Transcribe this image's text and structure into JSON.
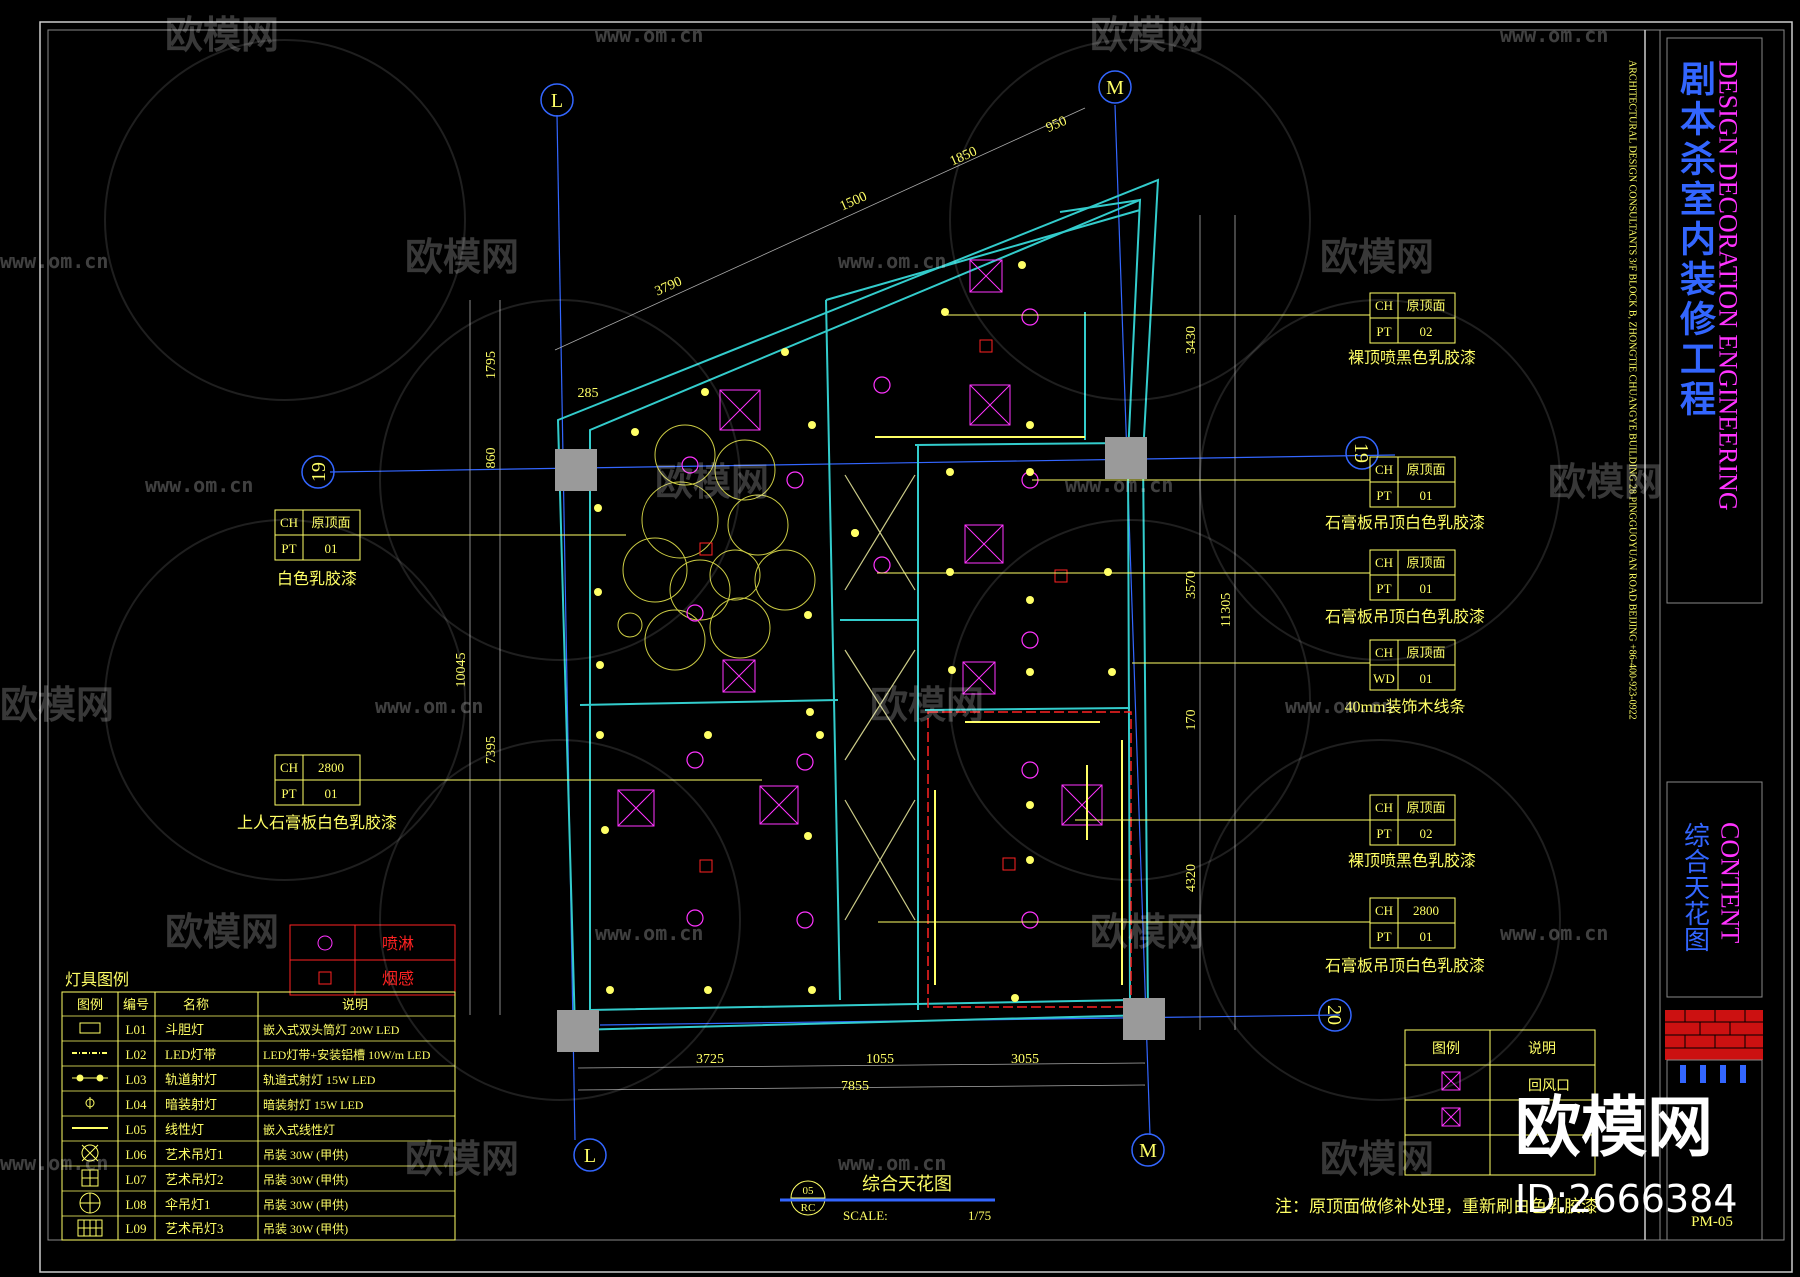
{
  "drawing": {
    "title": "综合天花图",
    "scale_label": "SCALE:",
    "scale_value": "1/75",
    "sheet_ref_top": "05",
    "sheet_ref_bottom": "RC",
    "note": "注：原顶面做修补处理，重新刷白色乳胶漆",
    "sheet_no": "PM-05"
  },
  "axes": {
    "l_top": "L",
    "m_top": "M",
    "l_bottom": "L",
    "m_bottom": "M",
    "n19_left": "19",
    "n19_right": "19",
    "n20": "20"
  },
  "dimensions": {
    "top": [
      "3790",
      "1500",
      "1850",
      "950"
    ],
    "d285": "285",
    "left_inner": [
      "1795",
      "860",
      "7395"
    ],
    "left_outer": "10045",
    "right_inner": [
      "3430",
      "3570",
      "170",
      "4320"
    ],
    "right_outer": "11305",
    "bottom": [
      "3725",
      "1055",
      "3055"
    ],
    "bottom_total": "7855"
  },
  "tags": [
    {
      "r1a": "CH",
      "r1b": "原顶面",
      "r2a": "PT",
      "r2b": "02",
      "desc": "裸顶喷黑色乳胶漆"
    },
    {
      "r1a": "CH",
      "r1b": "原顶面",
      "r2a": "PT",
      "r2b": "01",
      "desc": "白色乳胶漆"
    },
    {
      "r1a": "CH",
      "r1b": "原顶面",
      "r2a": "PT",
      "r2b": "01",
      "desc": "石膏板吊顶白色乳胶漆"
    },
    {
      "r1a": "CH",
      "r1b": "原顶面",
      "r2a": "PT",
      "r2b": "01",
      "desc": "石膏板吊顶白色乳胶漆"
    },
    {
      "r1a": "CH",
      "r1b": "原顶面",
      "r2a": "WD",
      "r2b": "01",
      "desc": "40mm装饰木线条"
    },
    {
      "r1a": "CH",
      "r1b": "2800",
      "r2a": "PT",
      "r2b": "01",
      "desc": "上人石膏板白色乳胶漆"
    },
    {
      "r1a": "CH",
      "r1b": "原顶面",
      "r2a": "PT",
      "r2b": "02",
      "desc": "裸顶喷黑色乳胶漆"
    },
    {
      "r1a": "CH",
      "r1b": "2800",
      "r2a": "PT",
      "r2b": "01",
      "desc": "石膏板吊顶白色乳胶漆"
    }
  ],
  "legend": {
    "title": "灯具图例",
    "headers": [
      "图例",
      "编号",
      "名称",
      "说明"
    ],
    "rows": [
      {
        "code": "L01",
        "name": "斗胆灯",
        "desc": "嵌入式双头筒灯  20W LED"
      },
      {
        "code": "L02",
        "name": "LED灯带",
        "desc": "LED灯带+安装铝槽  10W/m LED"
      },
      {
        "code": "L03",
        "name": "轨道射灯",
        "desc": "轨道式射灯  15W LED"
      },
      {
        "code": "L04",
        "name": "暗装射灯",
        "desc": "暗装射灯  15W LED"
      },
      {
        "code": "L05",
        "name": "线性灯",
        "desc": "嵌入式线性灯"
      },
      {
        "code": "L06",
        "name": "艺术吊灯1",
        "desc": "吊装  30W    (甲供)"
      },
      {
        "code": "L07",
        "name": "艺术吊灯2",
        "desc": "吊装  30W    (甲供)"
      },
      {
        "code": "L08",
        "name": "伞吊灯1",
        "desc": "吊装  30W    (甲供)"
      },
      {
        "code": "L09",
        "name": "艺术吊灯3",
        "desc": "吊装  30W    (甲供)"
      }
    ]
  },
  "fire_legend": {
    "sprinkler": "喷淋",
    "smoke": "烟感"
  },
  "hvac_legend": {
    "h1": "图例",
    "h2": "说明",
    "return_air": "回风口"
  },
  "titleblock": {
    "company_cn": "剧本杀室内装修工程",
    "company_en1": "DESIGN  DECORATION  ENGINEERING",
    "address": "ARCHITECTURAL DESIGN CONSULTANTS  3/F BLOCK B, ZHONGTIE CHUANGYE BUILDING 28 PINGGUOYUAN ROAD BEIJING  +86-400-923-0922",
    "content_cn": "综合天花图",
    "content_en": "CONTENT"
  },
  "watermark": {
    "brand": "欧模网",
    "url": "www.om.cn",
    "id": "ID:2666384"
  },
  "colors": {
    "yellow": "#ffff66",
    "cyan": "#33cccc",
    "magenta": "#ff33ff",
    "blue": "#3366ff",
    "red": "#ff2222",
    "gray": "#9a9a9a"
  }
}
